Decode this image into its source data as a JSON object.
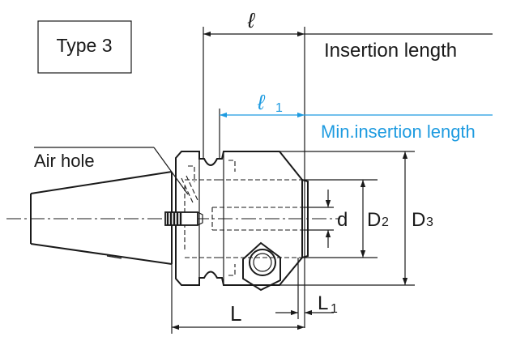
{
  "type_label": "Type 3",
  "labels": {
    "l": "ℓ",
    "insertion_length": "Insertion length",
    "l1_main": "ℓ",
    "l1_sub": "1",
    "min_insertion_length": "Min.insertion length",
    "air_hole": "Air hole",
    "d": "d",
    "D2_main": "D",
    "D2_sub": "2",
    "D3_main": "D",
    "D3_sub": "3",
    "L": "L",
    "L1_main": "L",
    "L1_sub": "1"
  },
  "colors": {
    "line": "#1a1a1a",
    "accent": "#1e9be0"
  }
}
